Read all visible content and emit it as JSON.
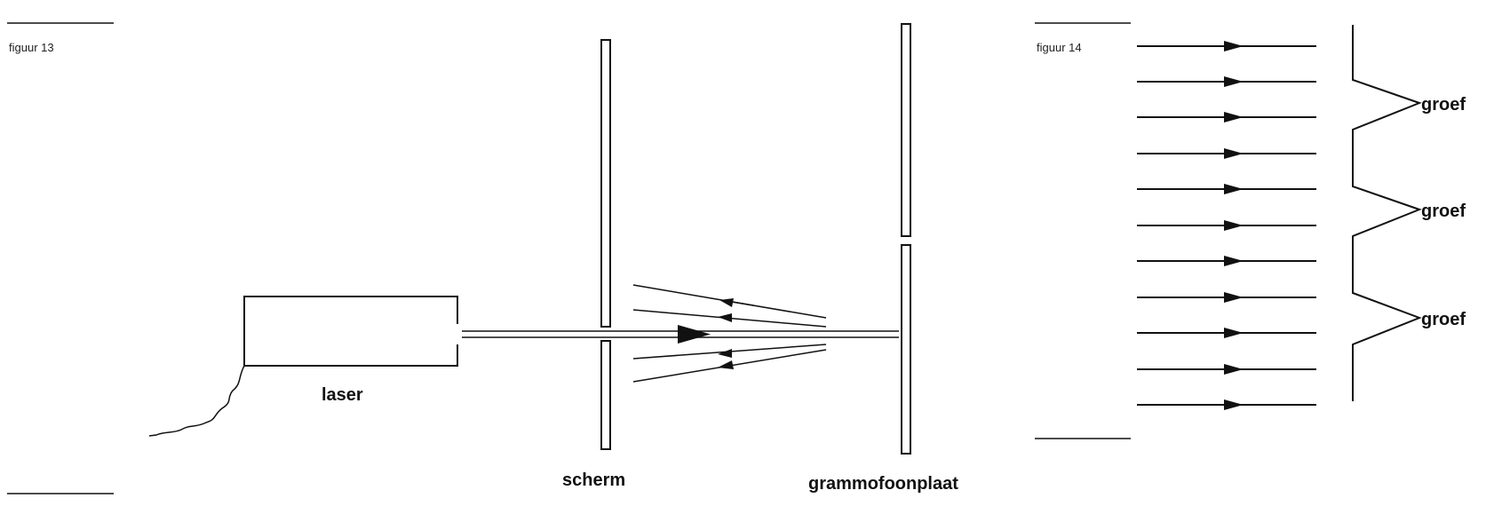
{
  "figure13": {
    "caption": "figuur 13",
    "labels": {
      "laser": "laser",
      "scherm": "scherm",
      "grammofoonplaat": "grammofoonplaat"
    }
  },
  "figure14": {
    "caption": "figuur 14",
    "groove_labels": [
      "groef",
      "groef",
      "groef"
    ]
  },
  "colors": {
    "ink": "#111111"
  }
}
